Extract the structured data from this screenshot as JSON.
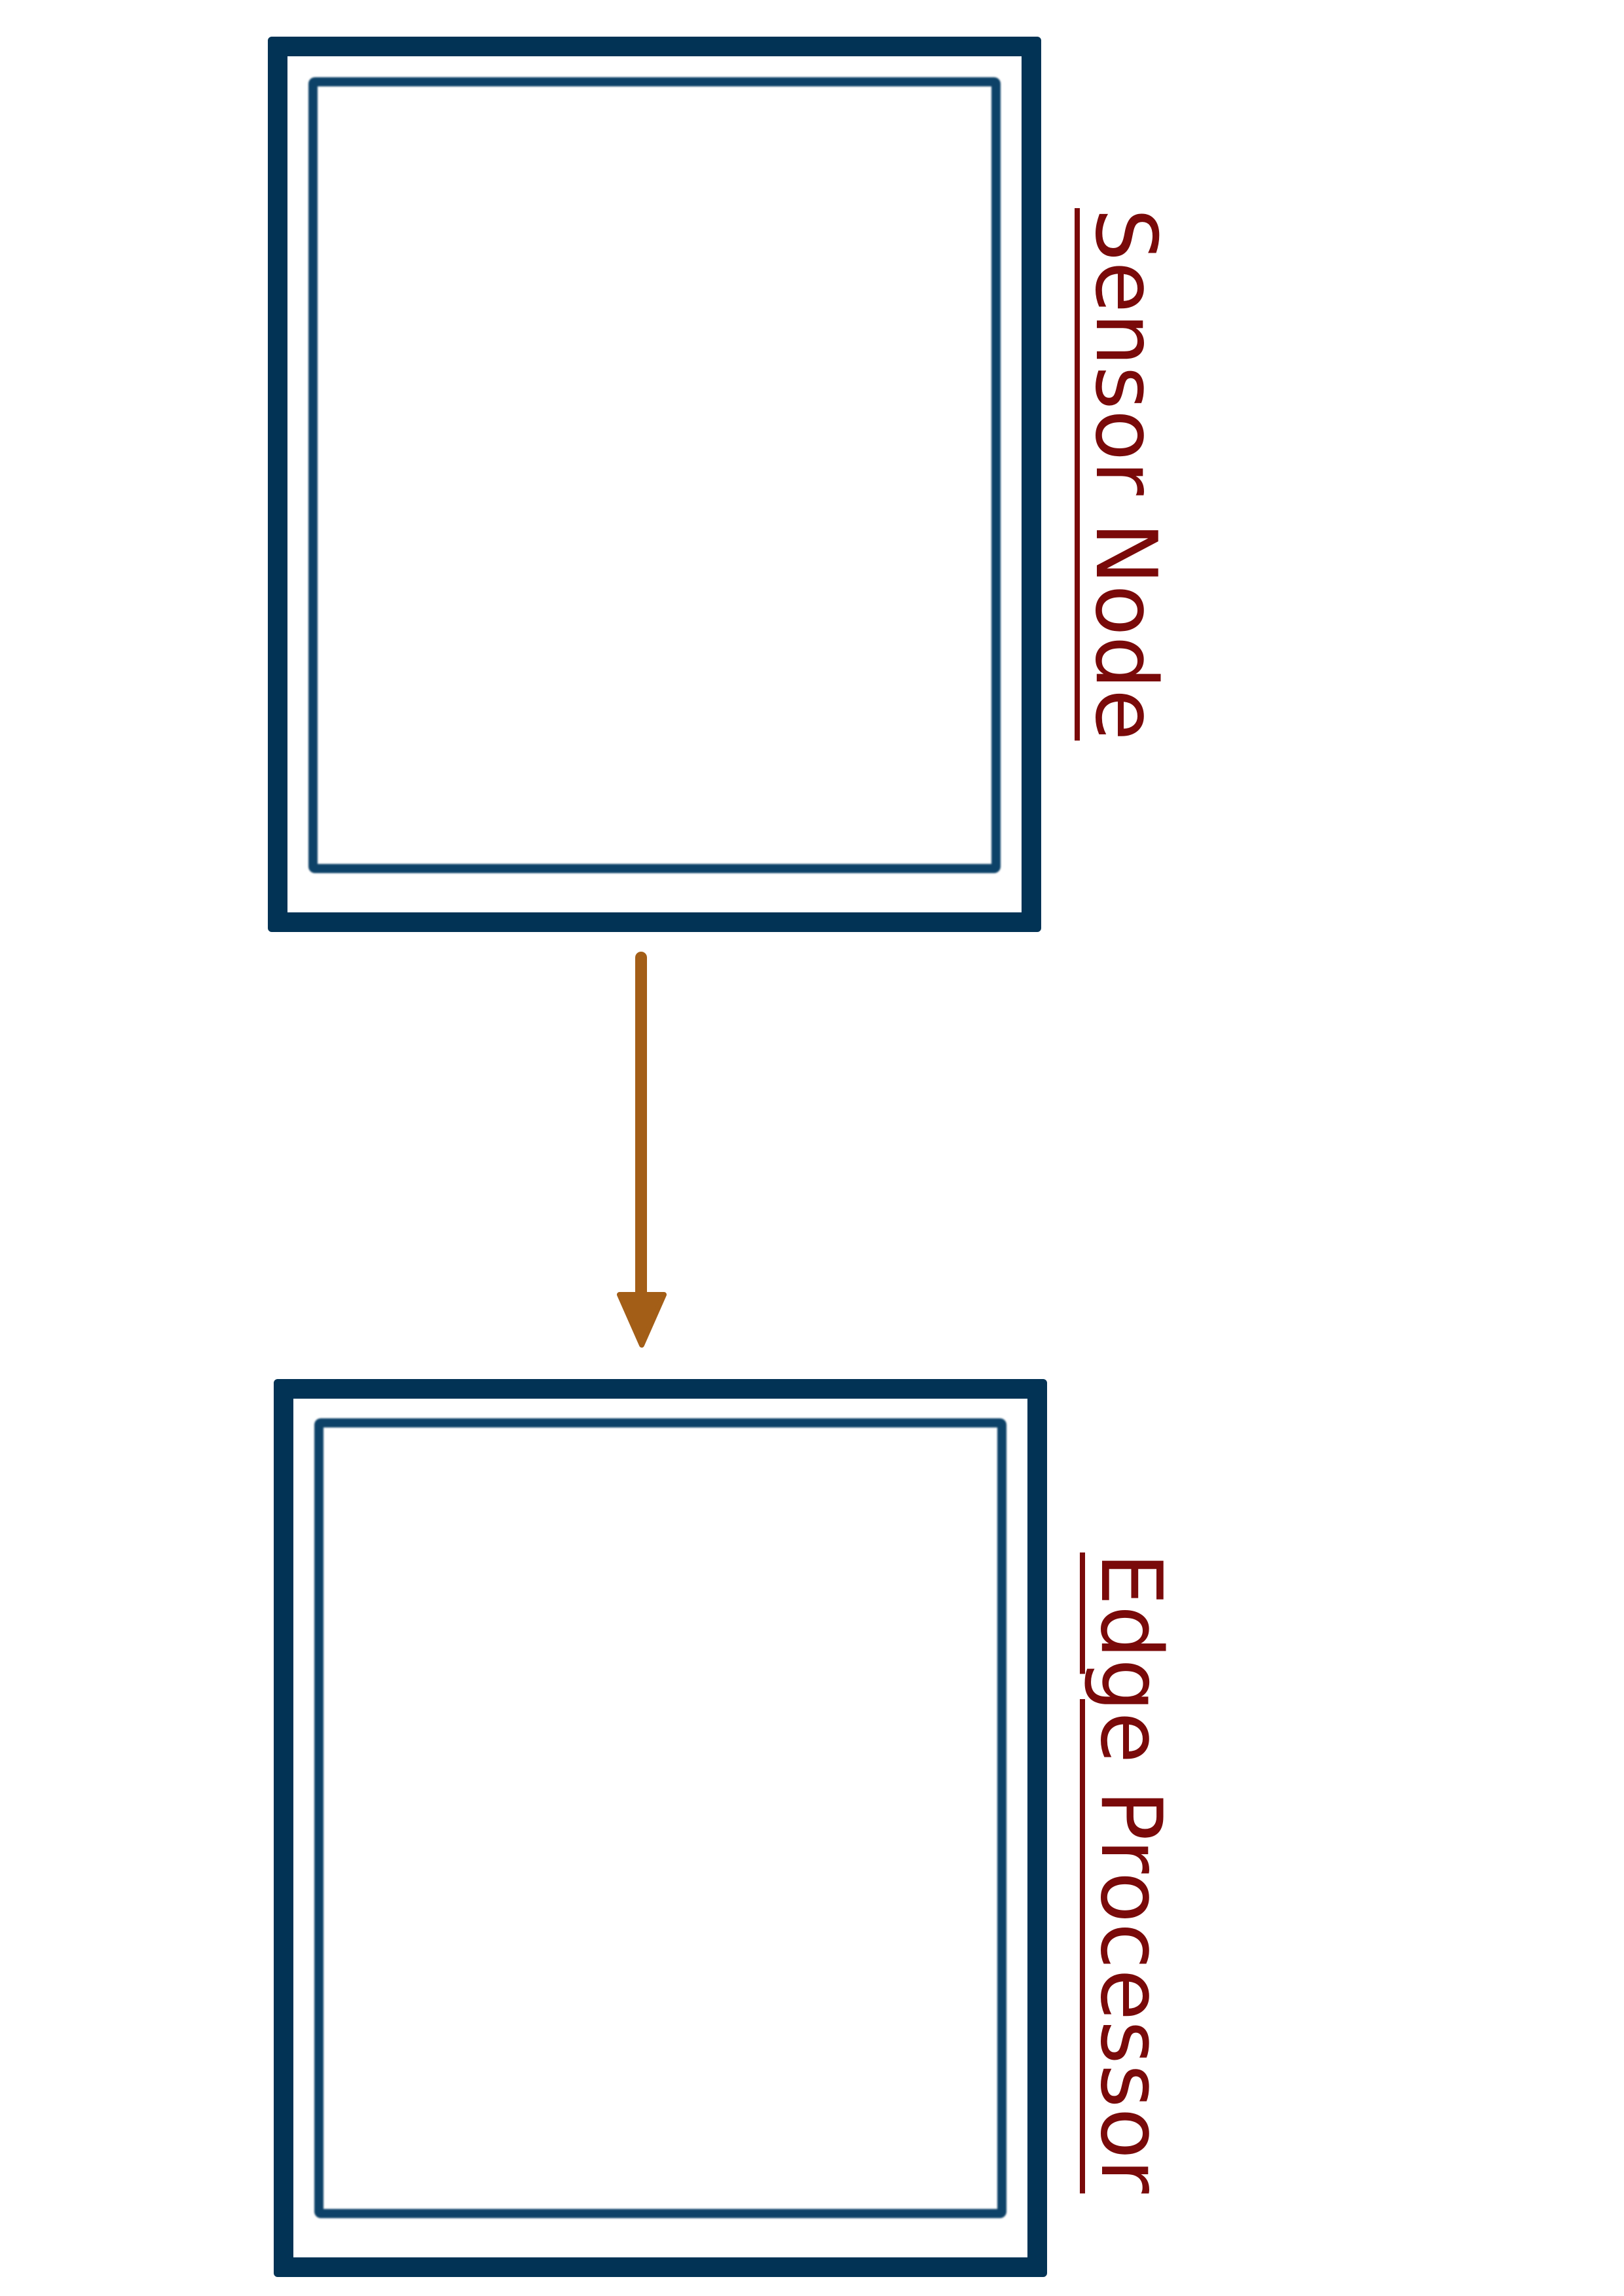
{
  "diagram": {
    "nodes": [
      {
        "id": "sensor",
        "label": "Sensor Node"
      },
      {
        "id": "edge",
        "label": "Edge Processor"
      }
    ],
    "edges": [
      {
        "from": "sensor",
        "to": "edge"
      }
    ],
    "colors": {
      "box_border": "#023355",
      "label_text": "#7a0a0a",
      "arrow": "#a35e17",
      "background": "#ffffff"
    }
  }
}
